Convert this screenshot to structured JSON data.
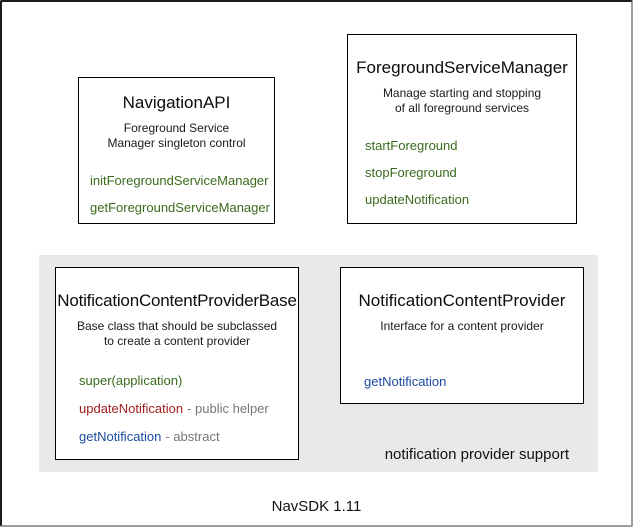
{
  "colors": {
    "method_green": "#3a6b1e",
    "method_red": "#a31d1d",
    "method_blue": "#1b4a9e",
    "suffix_gray": "#777777",
    "group_background": "#e9e9e9",
    "box_border": "#000000",
    "frame_border_dark": "#1c1c1c",
    "frame_border_light": "#9e9e9e"
  },
  "boxes": {
    "navigation_api": {
      "title": "NavigationAPI",
      "description": [
        "Foreground Service",
        "Manager singleton control"
      ],
      "methods": [
        {
          "name": "initForegroundServiceManager",
          "color": "green"
        },
        {
          "name": "getForegroundServiceManager",
          "color": "green"
        }
      ]
    },
    "foreground_service_manager": {
      "title": "ForegroundServiceManager",
      "description": [
        "Manage starting and stopping",
        "of all foreground services"
      ],
      "methods": [
        {
          "name": "startForeground",
          "color": "green"
        },
        {
          "name": "stopForeground",
          "color": "green"
        },
        {
          "name": "updateNotification",
          "color": "green"
        }
      ]
    },
    "notification_content_provider_base": {
      "title": "NotificationContentProviderBase",
      "description": [
        "Base class that should be subclassed",
        "to create a content provider"
      ],
      "methods": [
        {
          "name": "super(application)",
          "color": "green"
        },
        {
          "name": "updateNotification",
          "color": "red",
          "suffix": "- public helper"
        },
        {
          "name": "getNotification",
          "color": "blue",
          "suffix": "- abstract"
        }
      ]
    },
    "notification_content_provider": {
      "title": "NotificationContentProvider",
      "description": [
        "Interface for a content provider"
      ],
      "methods": [
        {
          "name": "getNotification",
          "color": "blue"
        }
      ]
    }
  },
  "group_label": "notification provider support",
  "caption": "NavSDK 1.11"
}
